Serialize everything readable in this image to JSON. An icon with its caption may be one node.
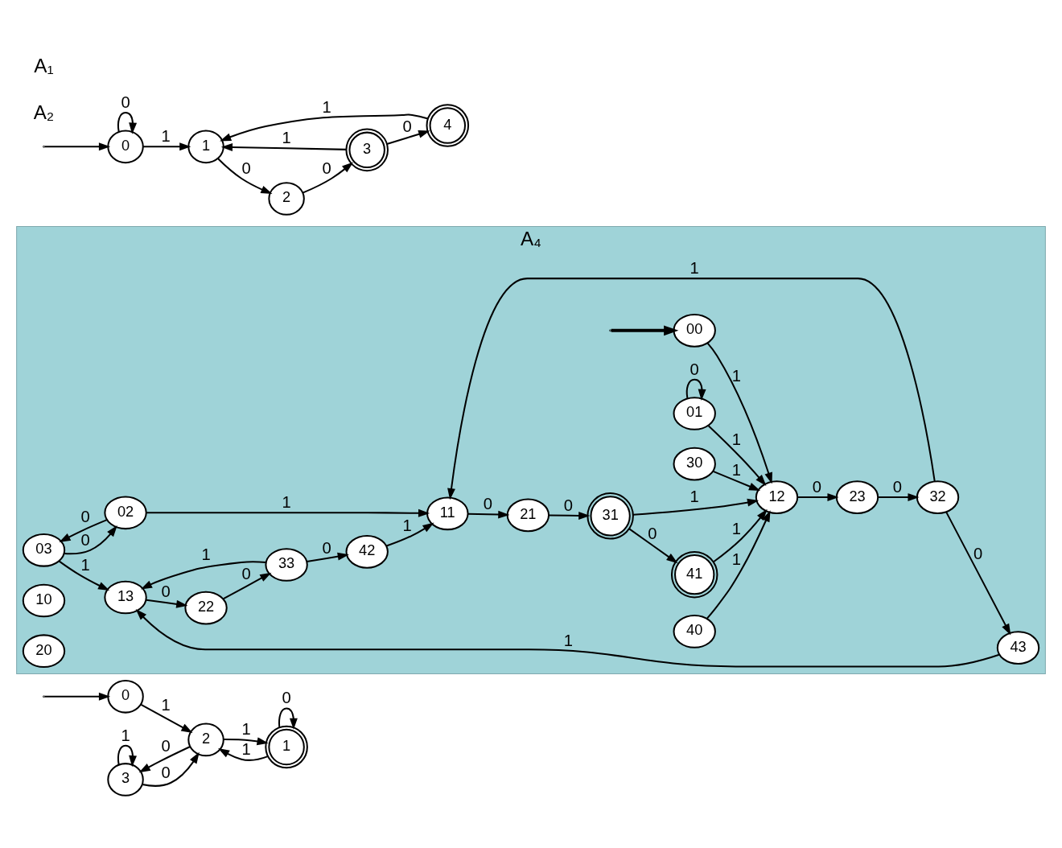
{
  "diagram": {
    "nodes": [
      {
        "text": [
          "3"
        ]
      },
      {
        "text": [
          "2"
        ]
      },
      {
        "text": [
          "1"
        ]
      },
      {
        "text": [
          "0"
        ]
      },
      {
        "text": [
          "A₄"
        ]
      },
      {
        "text": [
          "03"
        ],
        "in": 4
      },
      {
        "text": [
          "13"
        ],
        "in": 4
      },
      {
        "text": [
          "23"
        ],
        "in": 4
      },
      {
        "text": [
          "33"
        ],
        "in": 4
      },
      {
        "text": [
          "43"
        ],
        "in": 4
      },
      {
        "text": [
          "02"
        ],
        "in": 4
      },
      {
        "text": [
          "12"
        ],
        "in": 4
      },
      {
        "text": [
          "22"
        ],
        "in": 4
      },
      {
        "text": [
          "32"
        ],
        "in": 4
      },
      {
        "text": [
          "42"
        ],
        "in": 4
      },
      {
        "text": [
          "01"
        ],
        "in": 4
      },
      {
        "text": [
          "11"
        ],
        "in": 4
      },
      {
        "text": [
          "21"
        ],
        "in": 4
      },
      {
        "text": [
          "31"
        ],
        "in": 4
      },
      {
        "text": [
          "41"
        ],
        "in": 4
      },
      {
        "text": [
          "00"
        ],
        "in": 4
      },
      {
        "text": [
          "10"
        ],
        "in": 4
      },
      {
        "text": [
          "20"
        ],
        "in": 4
      },
      {
        "text": [
          "30"
        ],
        "in": 4
      },
      {
        "text": [
          "40"
        ],
        "in": 4
      },
      {
        "text": [
          "0"
        ]
      },
      {
        "text": [
          "1"
        ]
      },
      {
        "text": [
          "2"
        ]
      },
      {
        "text": [
          "3"
        ]
      },
      {
        "text": [
          "4"
        ]
      }
    ],
    "edges": [
      {
        "from": 0,
        "to": 0,
        "arrow": "to",
        "label": "1"
      },
      {
        "from": 1,
        "to": 0,
        "arrow": "to",
        "label": "0"
      },
      {
        "from": 0,
        "to": 1,
        "arrow": "to",
        "label": "0"
      },
      {
        "from": 2,
        "to": 1,
        "arrow": "to",
        "label": "1"
      },
      {
        "from": 1,
        "to": 2,
        "arrow": "to",
        "label": "1"
      },
      {
        "from": 2,
        "to": 2,
        "arrow": "to",
        "label": "0"
      },
      {
        "from": 3,
        "to": 1,
        "arrow": "to",
        "label": "1"
      },
      {
        "from": null,
        "to": 3,
        "arrow": "to"
      },
      {
        "from": 5,
        "to": 6,
        "arrow": "to",
        "label": "1"
      },
      {
        "from": 5,
        "to": 10,
        "arrow": "to",
        "label": "0"
      },
      {
        "from": 10,
        "to": 5,
        "arrow": "to",
        "label": "0"
      },
      {
        "from": 9,
        "to": 6,
        "arrow": "to",
        "label": "1"
      },
      {
        "from": 8,
        "to": 6,
        "arrow": "to",
        "label": "1"
      },
      {
        "from": 6,
        "to": 12,
        "arrow": "to",
        "label": "0"
      },
      {
        "from": 11,
        "to": 7,
        "arrow": "to",
        "label": "0"
      },
      {
        "from": 7,
        "to": 13,
        "arrow": "to",
        "label": "0"
      },
      {
        "from": 12,
        "to": 8,
        "arrow": "to",
        "label": "0"
      },
      {
        "from": 8,
        "to": 14,
        "arrow": "to",
        "label": "0"
      },
      {
        "from": 13,
        "to": 9,
        "arrow": "to",
        "label": "0"
      },
      {
        "from": 10,
        "to": 16,
        "arrow": "to",
        "label": "1"
      },
      {
        "from": 15,
        "to": 15,
        "arrow": "to",
        "label": "0"
      },
      {
        "from": 15,
        "to": 11,
        "arrow": "to",
        "label": "1"
      },
      {
        "from": 20,
        "to": 11,
        "arrow": "to",
        "label": "1"
      },
      {
        "from": 13,
        "to": 16,
        "arrow": "to",
        "label": "1"
      },
      {
        "from": 14,
        "to": 16,
        "arrow": "to",
        "label": "1"
      },
      {
        "from": 16,
        "to": 17,
        "arrow": "to",
        "label": "0"
      },
      {
        "from": 17,
        "to": 18,
        "arrow": "to",
        "label": "0"
      },
      {
        "from": 18,
        "to": 19,
        "arrow": "to",
        "label": "0"
      },
      {
        "from": 18,
        "to": 11,
        "arrow": "to",
        "label": "1"
      },
      {
        "from": 19,
        "to": 11,
        "arrow": "to",
        "label": "1"
      },
      {
        "from": 23,
        "to": 11,
        "arrow": "to",
        "label": "1"
      },
      {
        "from": 24,
        "to": 11,
        "arrow": "to",
        "label": "1"
      },
      {
        "from": null,
        "to": 20,
        "arrow": "to",
        "style": "thick"
      },
      {
        "from": 25,
        "to": 25,
        "arrow": "to",
        "label": "0"
      },
      {
        "from": 25,
        "to": 26,
        "arrow": "to",
        "label": "1"
      },
      {
        "from": 26,
        "to": 27,
        "arrow": "to",
        "label": "0"
      },
      {
        "from": 27,
        "to": 28,
        "arrow": "to",
        "label": "0"
      },
      {
        "from": 28,
        "to": 29,
        "arrow": "to",
        "label": "0"
      },
      {
        "from": 28,
        "to": 26,
        "arrow": "to",
        "label": "1"
      },
      {
        "from": 29,
        "to": 26,
        "arrow": "to",
        "label": "1"
      },
      {
        "from": null,
        "to": 25,
        "arrow": "to"
      }
    ],
    "labels": [
      "A₂",
      "A₁"
    ]
  }
}
